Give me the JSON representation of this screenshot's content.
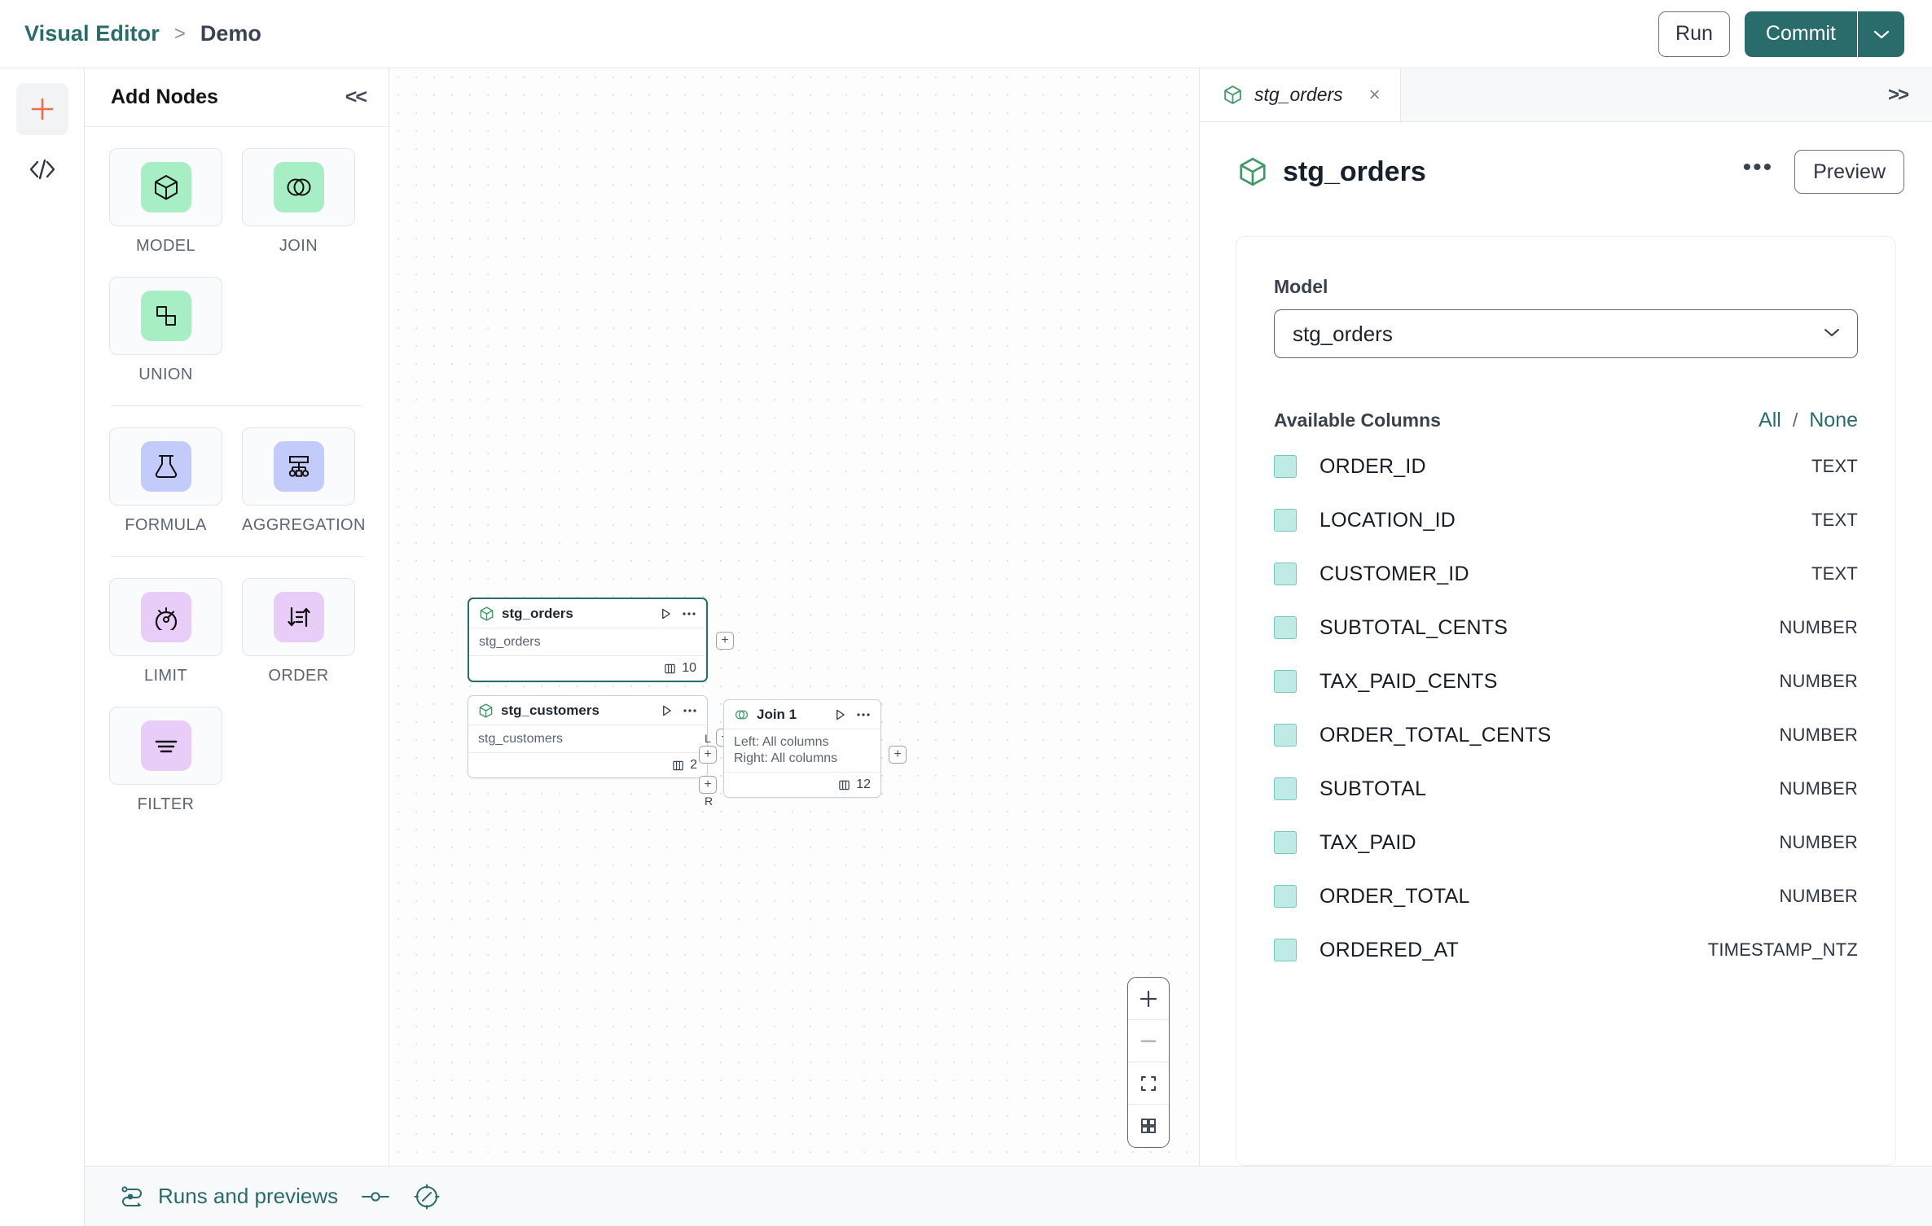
{
  "topbar": {
    "breadcrumb_root": "Visual Editor",
    "breadcrumb_sep": ">",
    "breadcrumb_leaf": "Demo",
    "run_label": "Run",
    "commit_label": "Commit"
  },
  "rail": {
    "add_icon": "plus-icon",
    "code_icon": "code-icon"
  },
  "nodes_panel": {
    "title": "Add Nodes",
    "collapse_label": "<<",
    "groups": [
      {
        "items": [
          {
            "label": "MODEL",
            "icon": "cube-icon",
            "chip": "chip-green"
          },
          {
            "label": "JOIN",
            "icon": "venn-icon",
            "chip": "chip-green"
          },
          {
            "label": "UNION",
            "icon": "union-icon",
            "chip": "chip-green"
          }
        ]
      },
      {
        "items": [
          {
            "label": "FORMULA",
            "icon": "flask-icon",
            "chip": "chip-blue"
          },
          {
            "label": "AGGREGATION",
            "icon": "hierarchy-icon",
            "chip": "chip-blue"
          }
        ]
      },
      {
        "items": [
          {
            "label": "LIMIT",
            "icon": "gauge-icon",
            "chip": "chip-violet"
          },
          {
            "label": "ORDER",
            "icon": "sort-icon",
            "chip": "chip-violet"
          },
          {
            "label": "FILTER",
            "icon": "filter-icon",
            "chip": "chip-violet"
          }
        ]
      }
    ]
  },
  "canvas": {
    "nodes": [
      {
        "id": "stg_orders",
        "title": "stg_orders",
        "icon": "cube-icon",
        "subtitle": "stg_orders",
        "column_count": "10",
        "selected": true
      },
      {
        "id": "stg_customers",
        "title": "stg_customers",
        "icon": "cube-icon",
        "subtitle": "stg_customers",
        "column_count": "2",
        "selected": false
      },
      {
        "id": "join_1",
        "title": "Join 1",
        "icon": "venn-icon",
        "subtitle_left": "Left: All columns",
        "subtitle_right": "Right: All columns",
        "column_count": "12",
        "port_left_tag": "L",
        "port_right_tag": "R",
        "selected": false
      }
    ],
    "port_symbol": "+",
    "zoom_controls": [
      {
        "name": "zoom-in-icon"
      },
      {
        "name": "zoom-out-icon"
      },
      {
        "name": "fit-view-icon"
      },
      {
        "name": "minimap-icon"
      }
    ]
  },
  "right_panel": {
    "tab_label": "stg_orders",
    "tab_close": "×",
    "expand_label": ">>",
    "header_title": "stg_orders",
    "more_label": "•••",
    "preview_label": "Preview",
    "model_field_label": "Model",
    "model_value": "stg_orders",
    "columns_title": "Available Columns",
    "select_all_label": "All",
    "select_sep": "/",
    "select_none_label": "None",
    "columns": [
      {
        "name": "ORDER_ID",
        "type": "TEXT"
      },
      {
        "name": "LOCATION_ID",
        "type": "TEXT"
      },
      {
        "name": "CUSTOMER_ID",
        "type": "TEXT"
      },
      {
        "name": "SUBTOTAL_CENTS",
        "type": "NUMBER"
      },
      {
        "name": "TAX_PAID_CENTS",
        "type": "NUMBER"
      },
      {
        "name": "ORDER_TOTAL_CENTS",
        "type": "NUMBER"
      },
      {
        "name": "SUBTOTAL",
        "type": "NUMBER"
      },
      {
        "name": "TAX_PAID",
        "type": "NUMBER"
      },
      {
        "name": "ORDER_TOTAL",
        "type": "NUMBER"
      },
      {
        "name": "ORDERED_AT",
        "type": "TIMESTAMP_NTZ"
      }
    ]
  },
  "bottombar": {
    "runs_label": "Runs and previews",
    "runs_icon": "runs-icon",
    "toggle_icon": "toggle-icon",
    "compass_icon": "compass-icon"
  },
  "colors": {
    "brand_teal": "#2a6b6b",
    "accent_orange": "#ef6c4a",
    "chip_green": "#a8eec4",
    "chip_blue": "#c3cbfa",
    "chip_violet": "#e8cdf8",
    "checkbox_fill": "#bfeae6"
  }
}
